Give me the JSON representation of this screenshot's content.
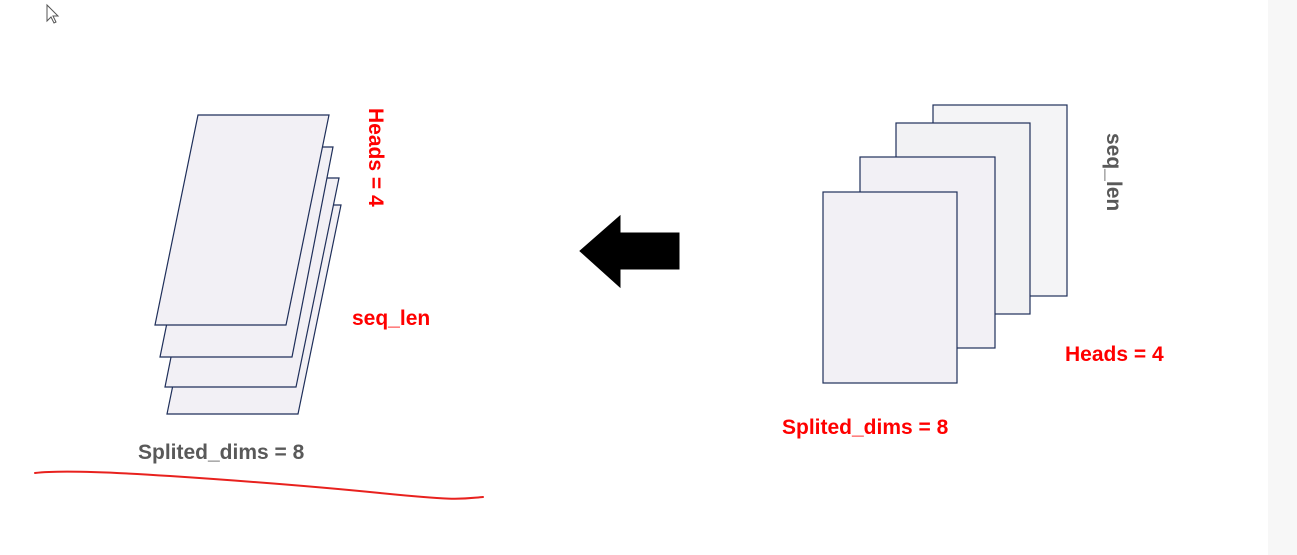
{
  "left_group": {
    "heads_label": "Heads = 4",
    "seq_len_label": "seq_len",
    "splited_dims_label": "Splited_dims = 8"
  },
  "right_group": {
    "seq_len_label": "seq_len",
    "heads_label": "Heads = 4",
    "splited_dims_label": "Splited_dims = 8"
  },
  "colors": {
    "red_label": "#ff0000",
    "gray_label": "#595959",
    "sheet_fill": "#f2f0f5",
    "sheet_stroke": "#1f2f5a",
    "underline": "#e8211e",
    "arrow": "#000000"
  }
}
